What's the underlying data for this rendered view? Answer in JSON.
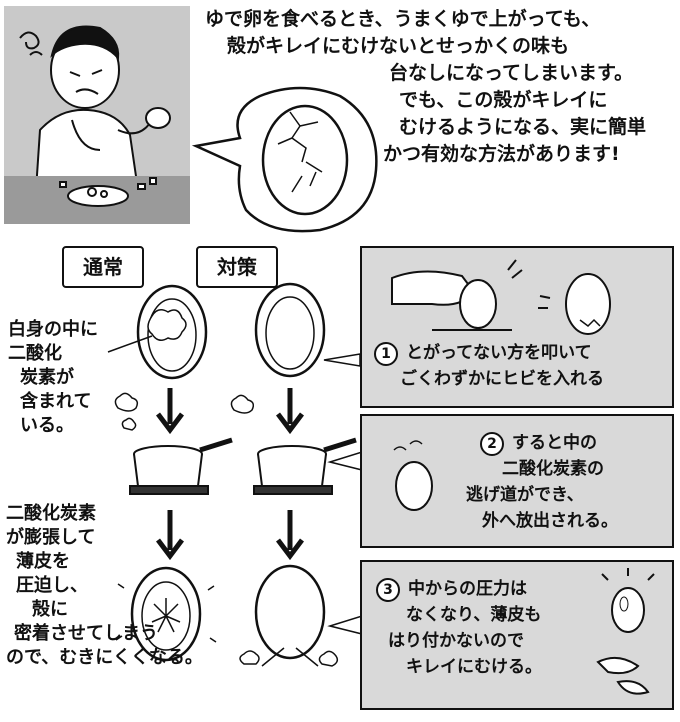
{
  "intro": {
    "lines": [
      "ゆで卵を食べるとき、うまくゆで上がっても、",
      "殻がキレイにむけないとせっかくの味も",
      "台なしになってしまいます。",
      "でも、この殻がキレイに",
      "むけるようになる、実に簡単",
      "かつ有効な方法があります!"
    ]
  },
  "columns": {
    "normal": "通常",
    "countermeasure": "対策"
  },
  "left_notes": {
    "co2_inside": [
      "白身の中に",
      "二酸化",
      "炭素が",
      "含まれて",
      "いる。"
    ],
    "expansion": [
      "二酸化炭素",
      "が膨張して",
      "薄皮を",
      "圧迫し、",
      "殻に",
      "密着させてしまう",
      "ので、むきにくくなる。"
    ]
  },
  "steps": [
    {
      "num": "1",
      "lines": [
        "とがってない方を叩いて",
        "ごくわずかにヒビを入れる"
      ]
    },
    {
      "num": "2",
      "lines": [
        "すると中の",
        "二酸化炭素の",
        "逃げ道ができ、",
        "外へ放出される。"
      ]
    },
    {
      "num": "3",
      "lines": [
        "中からの圧力は",
        "なくなり、薄皮も",
        "はり付かないので",
        "キレイにむける。"
      ]
    }
  ],
  "colors": {
    "ink": "#111111",
    "panel": "#d9d9d9",
    "photo_bg": "#c9c9c9"
  }
}
